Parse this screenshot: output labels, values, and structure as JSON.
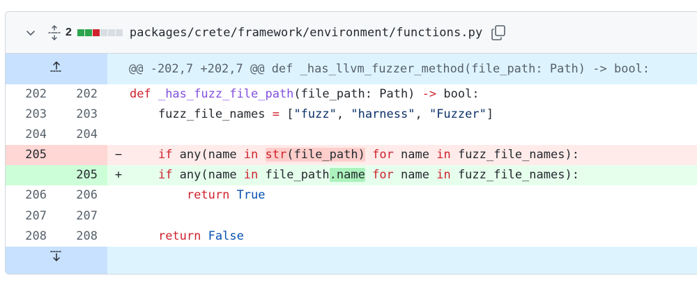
{
  "header": {
    "change_count": "2",
    "file_path": "packages/crete/framework/environment/functions.py",
    "diffstat_colors": [
      "#2da44e",
      "#2da44e",
      "#cf222e",
      "#d8dee4",
      "#d8dee4",
      "#d8dee4"
    ]
  },
  "hunk_header": "@@ -202,7 +202,7 @@ def _has_llvm_fuzzer_method(file_path: Path) -> bool:",
  "lines": [
    {
      "old": "202",
      "new": "202",
      "marker": "",
      "code": "def _has_fuzz_file_path(file_path: Path) -> bool:"
    },
    {
      "old": "203",
      "new": "203",
      "marker": "",
      "code": "    fuzz_file_names = [\"fuzz\", \"harness\", \"Fuzzer\"]"
    },
    {
      "old": "204",
      "new": "204",
      "marker": "",
      "code": ""
    },
    {
      "old": "205",
      "new": "",
      "marker": "−",
      "code": "    if any(name in str(file_path) for name in fuzz_file_names):"
    },
    {
      "old": "",
      "new": "205",
      "marker": "+",
      "code": "    if any(name in file_path.name for name in fuzz_file_names):"
    },
    {
      "old": "206",
      "new": "206",
      "marker": "",
      "code": "        return True"
    },
    {
      "old": "207",
      "new": "207",
      "marker": "",
      "code": ""
    },
    {
      "old": "208",
      "new": "208",
      "marker": "",
      "code": "    return False"
    }
  ],
  "icons": {
    "collapse": "chevron-down-icon",
    "expand_all": "unfold-icon",
    "copy": "copy-icon",
    "expand_up": "expand-up-icon",
    "expand_down": "expand-down-icon"
  }
}
